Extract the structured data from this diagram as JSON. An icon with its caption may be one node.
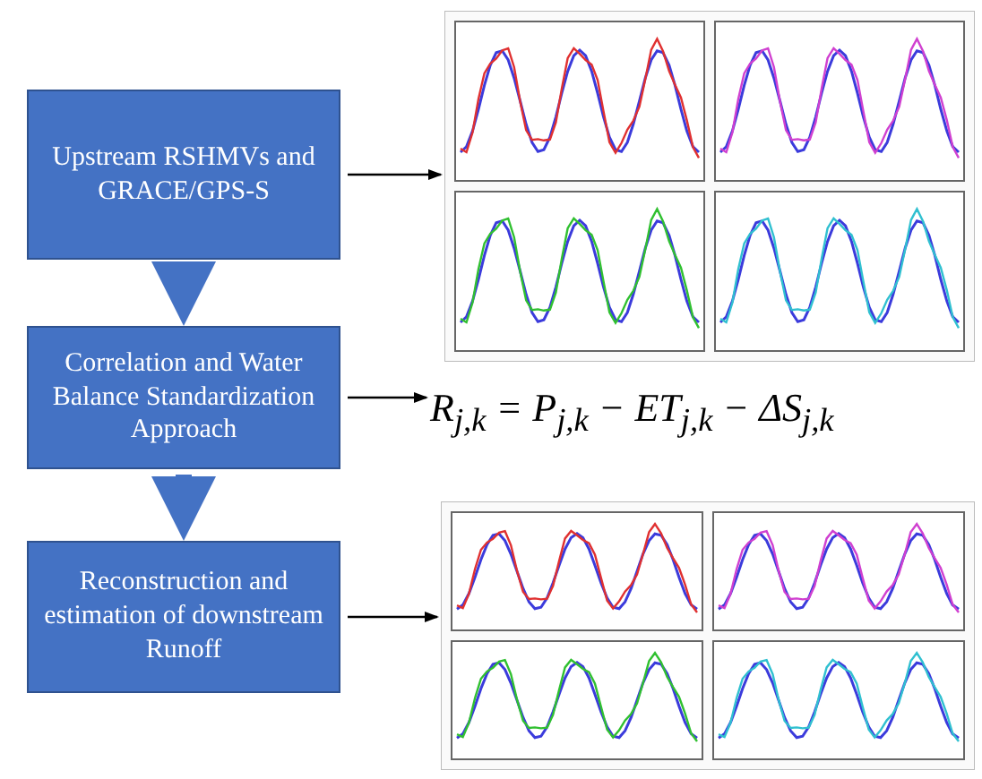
{
  "diagram": {
    "nodes": [
      {
        "text": [
          "Upstream RSHMVs and GRACE/GPS-S"
        ]
      },
      {
        "text": [
          "Correlation and Water Balance Standardization Approach"
        ]
      },
      {
        "text": [
          "Reconstruction and estimation of downstream Runoff"
        ]
      },
      {
        "text": [],
        "shape": "picture"
      },
      {
        "text": [
          "R$_{j,k}$ = P$_{j,k}$ − ET$_{j,k}$ − ΔS$_{j,k}$"
        ]
      },
      {
        "text": [],
        "shape": "picture"
      }
    ],
    "edges": [
      {
        "from": 0,
        "to": 1,
        "arrow": "to",
        "style": "thick",
        "color": "#4472c4"
      },
      {
        "from": 1,
        "to": 2,
        "arrow": "to",
        "style": "thick",
        "color": "#4472c4"
      },
      {
        "from": 0,
        "to": 3,
        "arrow": "to"
      },
      {
        "from": 1,
        "to": 4,
        "arrow": "to"
      },
      {
        "from": 2,
        "to": 5,
        "arrow": "to"
      }
    ]
  }
}
